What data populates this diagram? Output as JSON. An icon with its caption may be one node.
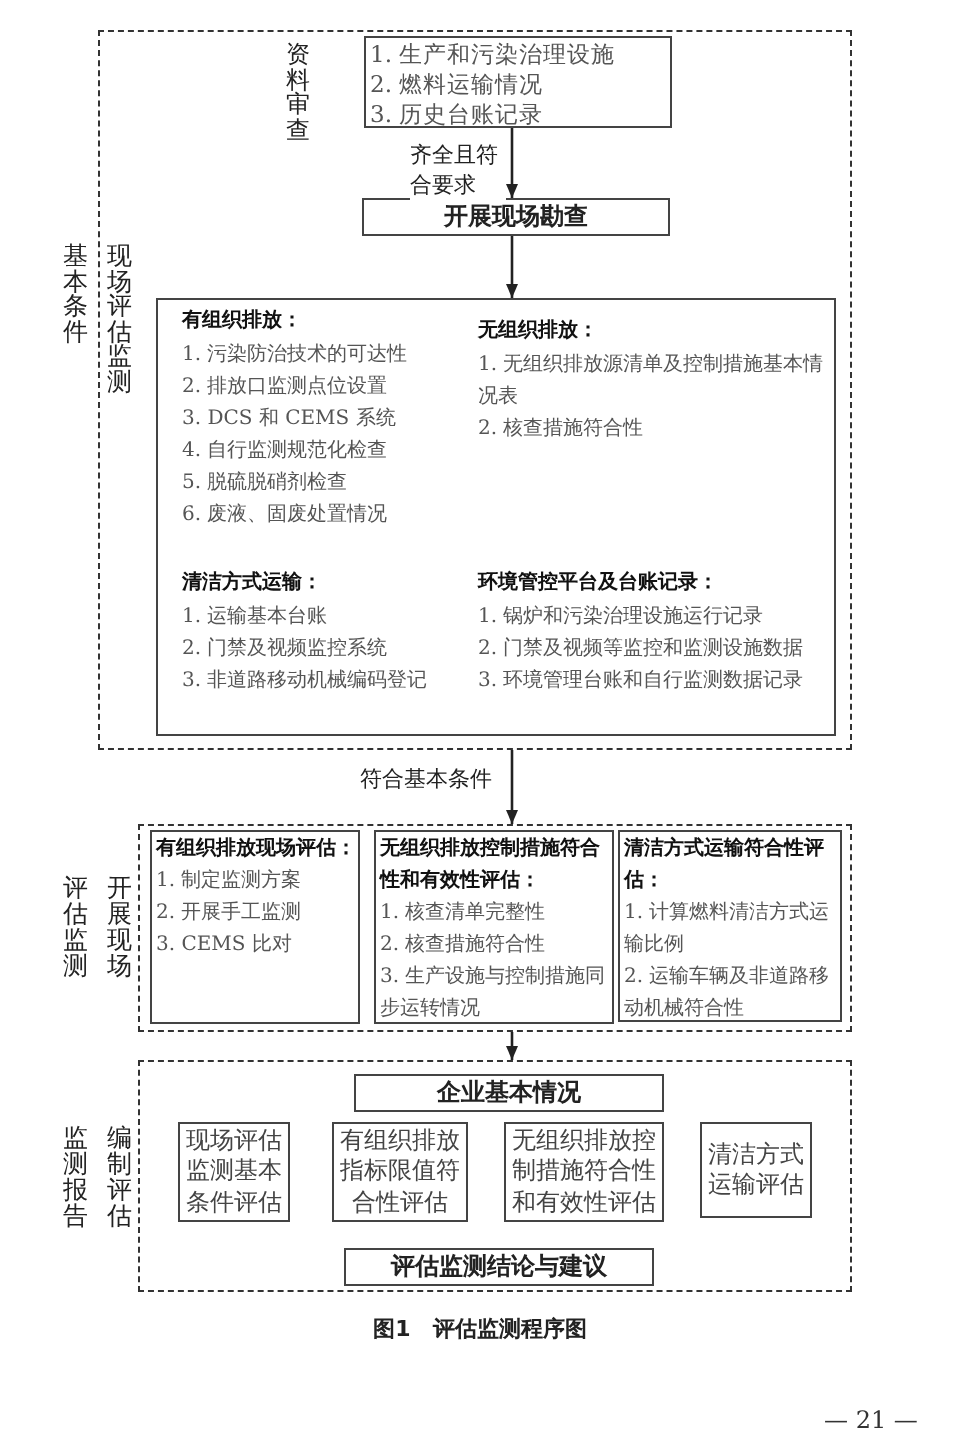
{
  "diagram": {
    "caption": "图1　评估监测程序图",
    "nodes": [
      {
        "text": [
          "现场评估监测基本条件"
        ]
      },
      {
        "text": [
          "1. 生产和污染治理设施",
          "2. 燃料运输情况",
          "3. 历史台账记录"
        ],
        "beside": [
          "资料审查"
        ],
        "in": 0
      },
      {
        "text": [
          "开展现场勘查"
        ],
        "in": 0
      },
      {
        "text": [
          "有组织排放：",
          "1. 污染防治技术的可达性",
          "2. 排放口监测点位设置",
          "3. DCS 和 CEMS 系统",
          "4. 自行监测规范化检查",
          "5. 脱硫脱硝剂检查",
          "6. 废液、固废处置情况",
          "无组织排放：",
          "1. 无组织排放源清单及控制措施基本情况表",
          "2. 核查措施符合性",
          "清洁方式运输：",
          "1. 运输基本台账",
          "2. 门禁及视频监控系统",
          "3. 非道路移动机械编码登记",
          "环境管控平台及台账记录：",
          "1. 锅炉和污染治理设施运行记录",
          "2. 门禁及视频等监控和监测设施数据",
          "3. 环境管理台账和自行监测数据记录"
        ],
        "in": 0
      },
      {
        "text": [
          "开展现场评估监测"
        ]
      },
      {
        "text": [
          "有组织排放现场评估：",
          "1. 制定监测方案",
          "2. 开展手工监测",
          "3. CEMS 比对"
        ],
        "in": 4
      },
      {
        "text": [
          "无组织排放控制措施符合性和有效性评估：",
          "1. 核查清单完整性",
          "2. 核查措施符合性",
          "3. 生产设施与控制措施同步运转情况"
        ],
        "in": 4
      },
      {
        "text": [
          "清洁方式运输符合性评估：",
          "1. 计算燃料清洁方式运输比例",
          "2. 运输车辆及非道路移动机械符合性"
        ],
        "in": 4
      },
      {
        "text": [
          "编制评估监测报告"
        ]
      },
      {
        "text": [
          "企业基本情况"
        ],
        "in": 8
      },
      {
        "text": [
          "现场评估监测基本条件评估"
        ],
        "in": 8
      },
      {
        "text": [
          "有组织排放指标限值符合性评估"
        ],
        "in": 8
      },
      {
        "text": [
          "无组织排放控制措施符合性和有效性评估"
        ],
        "in": 8
      },
      {
        "text": [
          "清洁方式运输评估"
        ],
        "in": 8
      },
      {
        "text": [
          "评估监测结论与建议"
        ],
        "in": 8
      }
    ],
    "edges": [
      {
        "from": 1,
        "to": 2,
        "arrow": "to",
        "label": "齐全且符合要求"
      },
      {
        "from": 2,
        "to": 3,
        "arrow": "to"
      },
      {
        "from": 0,
        "to": 4,
        "arrow": "to",
        "label": "符合基本条件"
      },
      {
        "from": 4,
        "to": 8,
        "arrow": "to"
      }
    ],
    "labels": [
      "— 21 —"
    ]
  }
}
